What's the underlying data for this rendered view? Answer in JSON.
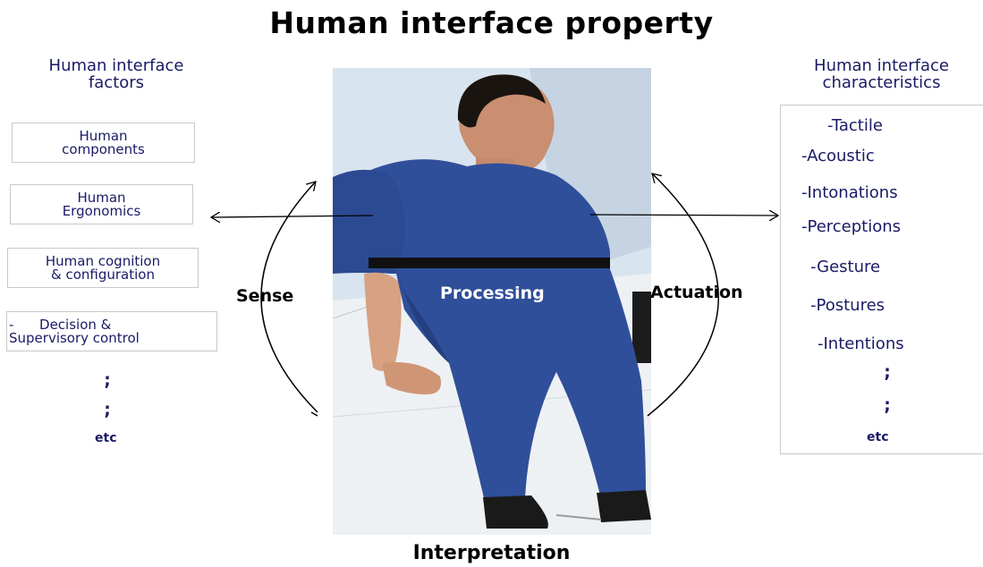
{
  "title": "Human interface property",
  "factors": {
    "heading_line1": "Human interface",
    "heading_line2": "factors",
    "boxes": [
      {
        "line1": "Human",
        "line2": "components"
      },
      {
        "line1": "Human",
        "line2": "Ergonomics"
      },
      {
        "line1": "Human cognition",
        "line2": "& configuration"
      },
      {
        "line1": "-      Decision &",
        "line2": "Supervisory control"
      }
    ],
    "dot1": ";",
    "dot2": ";",
    "etc": "etc"
  },
  "characteristics": {
    "heading_line1": "Human interface",
    "heading_line2": "characteristics",
    "items": [
      "-Tactile",
      "-Acoustic",
      "-Intonations",
      "-Perceptions",
      "-Gesture",
      "-Postures",
      "-Intentions"
    ],
    "dot1": ";",
    "dot2": ";",
    "etc": "etc"
  },
  "labels": {
    "sense": "Sense",
    "processing": "Processing",
    "actuation": "Actuation",
    "interpretation": "Interpretation"
  },
  "colors": {
    "text_blue": "#1a1a66",
    "shirt_blue": "#2f4f9a",
    "skin": "#d9a07f",
    "background": "#ffffff"
  }
}
